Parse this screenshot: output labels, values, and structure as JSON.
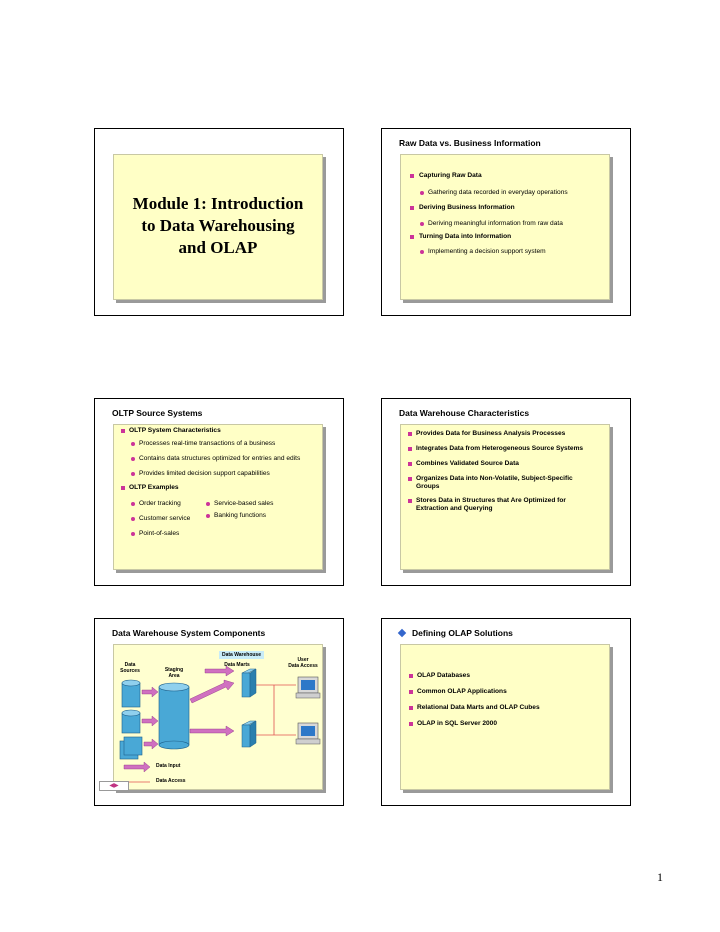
{
  "page_number": "1",
  "slides": [
    {
      "title_lines": [
        "Module 1: Introduction",
        "to Data Warehousing",
        "and OLAP"
      ]
    },
    {
      "title": "Raw Data vs. Business Information",
      "bullets": [
        {
          "level": 1,
          "text": "Capturing Raw Data"
        },
        {
          "level": 2,
          "text": "Gathering data recorded in everyday operations"
        },
        {
          "level": 1,
          "text": "Deriving Business Information"
        },
        {
          "level": 2,
          "text": "Deriving meaningful information from raw data"
        },
        {
          "level": 1,
          "text": "Turning Data into Information"
        },
        {
          "level": 2,
          "text": "Implementing a decision support system"
        }
      ]
    },
    {
      "title": "OLTP Source Systems",
      "bullets": [
        {
          "level": 1,
          "text": "OLTP System Characteristics"
        },
        {
          "level": 2,
          "text": "Processes real-time transactions of a business"
        },
        {
          "level": 2,
          "text": "Contains data structures optimized for entries and edits"
        },
        {
          "level": 2,
          "text": "Provides limited decision support capabilities"
        },
        {
          "level": 1,
          "text": "OLTP Examples"
        }
      ],
      "examples_left": [
        "Order tracking",
        "Customer service",
        "Point-of-sales"
      ],
      "examples_right": [
        "Service-based sales",
        "Banking functions"
      ]
    },
    {
      "title": "Data Warehouse Characteristics",
      "bullets": [
        {
          "text": "Provides Data for Business Analysis Processes"
        },
        {
          "text": "Integrates Data from Heterogeneous Source Systems"
        },
        {
          "text": "Combines Validated Source Data"
        },
        {
          "text": "Organizes Data into Non-Volatile, Subject-Specific",
          "cont": "Groups"
        },
        {
          "text": "Stores Data in Structures that Are Optimized for",
          "cont": "Extraction and Querying"
        }
      ]
    },
    {
      "title": "Data Warehouse System Components",
      "diagram": {
        "data_warehouse": "Data Warehouse",
        "data_sources": [
          "Data",
          "Sources"
        ],
        "staging_area": [
          "Staging",
          "Area"
        ],
        "data_marts": "Data Marts",
        "user_data_access": [
          "User",
          "Data Access"
        ],
        "legend_input": "Data Input",
        "legend_access": "Data Access"
      }
    },
    {
      "title": "Defining OLAP Solutions",
      "bullets": [
        {
          "text": "OLAP Databases"
        },
        {
          "text": "Common OLAP Applications"
        },
        {
          "text": "Relational Data Marts and OLAP Cubes"
        },
        {
          "text": "OLAP in SQL Server 2000"
        }
      ]
    }
  ],
  "colors": {
    "panel": "#ffffc6",
    "bullet": "#cc3399",
    "arrow": "#d070c0",
    "access_line": "#e05050",
    "title_diamond": "#3366cc"
  }
}
